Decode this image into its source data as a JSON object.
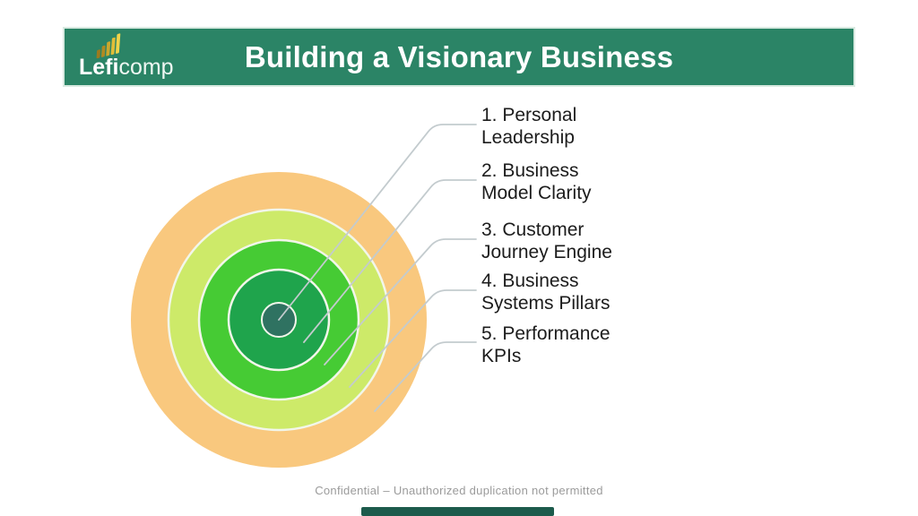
{
  "header": {
    "title": "Building a Visionary Business",
    "bar_color": "#2B8466",
    "logo": {
      "bold": "Lefi",
      "light": "comp",
      "gold": "#E3C342"
    }
  },
  "diagram": {
    "type": "concentric-circles",
    "line_color": "#C3CBCE",
    "ring_stroke": "#F2F6EA",
    "rings": [
      {
        "level": 5,
        "color": "#F9C87E"
      },
      {
        "level": 4,
        "color": "#CDEA69"
      },
      {
        "level": 3,
        "color": "#46CB34"
      },
      {
        "level": 2,
        "color": "#1FA44C"
      },
      {
        "level": 1,
        "color": "#2F7261"
      }
    ],
    "labels": [
      {
        "line1": "1. Personal",
        "line2": "Leadership"
      },
      {
        "line1": "2. Business",
        "line2": "Model Clarity"
      },
      {
        "line1": "3. Customer",
        "line2": "Journey Engine"
      },
      {
        "line1": "4. Business",
        "line2": "Systems Pillars"
      },
      {
        "line1": "5. Performance",
        "line2": "KPIs"
      }
    ]
  },
  "footer": {
    "text": "Confidential – Unauthorized duplication not permitted",
    "color": "#9B9B9B",
    "bar_color": "#1D5B4C"
  }
}
